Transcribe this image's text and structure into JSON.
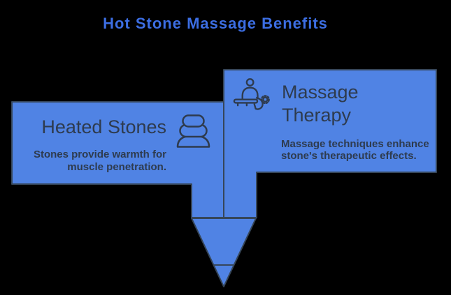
{
  "title": "Hot Stone Massage Benefits",
  "colors": {
    "background": "#000000",
    "box_fill": "#5083e4",
    "box_border": "#364659",
    "title_text": "#3c6ee3",
    "box_text": "#2e3b4e"
  },
  "left_box": {
    "title": "Heated Stones",
    "description": "Stones provide warmth for muscle penetration.",
    "icon": "stacked-stones-icon"
  },
  "right_box": {
    "title": "Massage Therapy",
    "description": "Massage techniques enhance stone's therapeutic effects.",
    "icon": "massage-therapy-icon"
  }
}
